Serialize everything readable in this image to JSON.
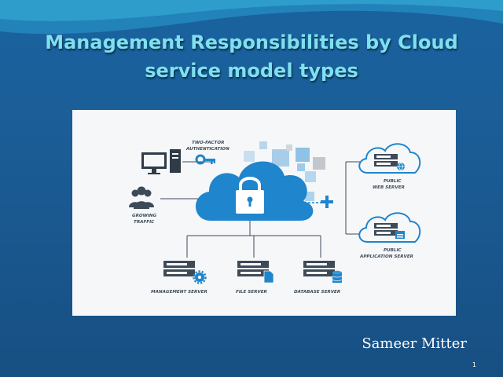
{
  "slide": {
    "title_line1": "Management Responsibilities by Cloud",
    "title_line2": "service model types",
    "author": "Sameer Mitter",
    "page_number": "1"
  },
  "diagram": {
    "labels": {
      "two_factor_1": "TWO-FACTOR",
      "two_factor_2": "AUTHENTICATION",
      "growing_1": "GROWING",
      "growing_2": "TRAFFIC",
      "public_web_1": "PUBLIC",
      "public_web_2": "WEB SERVER",
      "public_app_1": "PUBLIC",
      "public_app_2": "APPLICATION SERVER",
      "management_server": "MANAGEMENT SERVER",
      "file_server": "FILE SERVER",
      "database_server": "DATABASE SERVER"
    },
    "icons": [
      "desktop-computer-icon",
      "key-icon",
      "users-icon",
      "cloud-lock-icon",
      "plus-icon",
      "public-cloud-icon",
      "server-rack-icon",
      "gear-icon",
      "document-icon",
      "database-icon",
      "globe-icon",
      "browser-window-icon"
    ]
  },
  "colors": {
    "background": "#1a63a0",
    "title": "#7fe0ef",
    "cloud": "#1f85cc",
    "diagram_dark": "#3d4a58"
  }
}
